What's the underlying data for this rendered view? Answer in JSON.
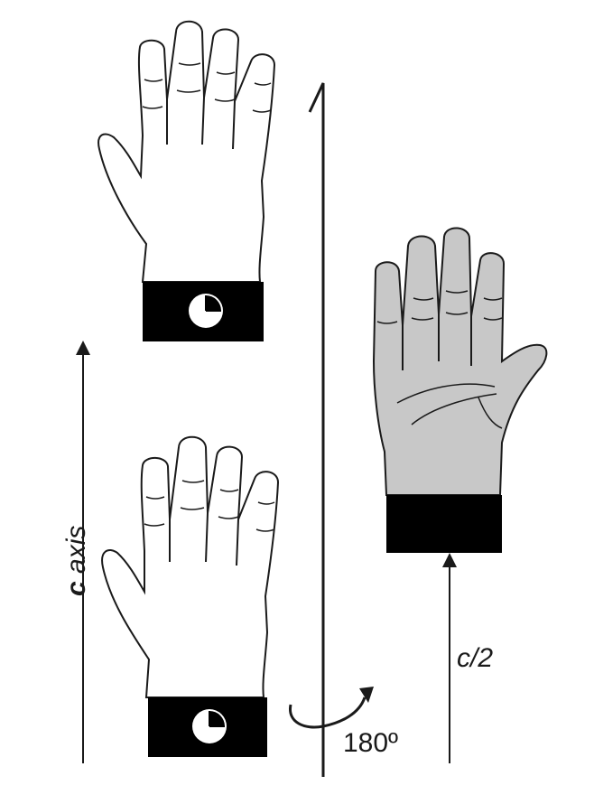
{
  "labels": {
    "c_axis_letter": "c",
    "c_axis_word": "axis",
    "half_translation": "c/2",
    "rotation_angle": "180º"
  },
  "colors": {
    "line": "#1a1a1a",
    "hand_fill_back": "#ffffff",
    "hand_fill_palm": "#c8c8c8",
    "cuff": "#000000"
  },
  "icons": [
    "clock-icon",
    "rotation-arrow-icon"
  ]
}
